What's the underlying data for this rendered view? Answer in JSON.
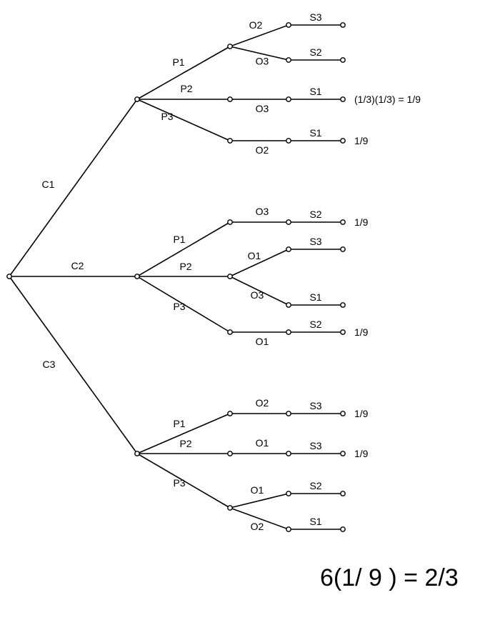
{
  "diagram": {
    "root": {
      "children": [
        {
          "edge": "C1",
          "children": [
            {
              "edge": "P1",
              "children": [
                {
                  "edge": "O2",
                  "children": [
                    {
                      "edge": "S3"
                    }
                  ]
                },
                {
                  "edge": "O3",
                  "children": [
                    {
                      "edge": "S2"
                    }
                  ]
                }
              ]
            },
            {
              "edge": "P2",
              "children": [
                {
                  "edge": "O3",
                  "children": [
                    {
                      "edge": "S1",
                      "result": "(1/3)(1/3) = 1/9"
                    }
                  ]
                }
              ]
            },
            {
              "edge": "P3",
              "children": [
                {
                  "edge": "O2",
                  "children": [
                    {
                      "edge": "S1",
                      "result": "1/9"
                    }
                  ]
                }
              ]
            }
          ]
        },
        {
          "edge": "C2",
          "children": [
            {
              "edge": "P1",
              "children": [
                {
                  "edge": "O3",
                  "children": [
                    {
                      "edge": "S2",
                      "result": "1/9"
                    }
                  ]
                }
              ]
            },
            {
              "edge": "P2",
              "children": [
                {
                  "edge": "O1",
                  "children": [
                    {
                      "edge": "S3"
                    }
                  ]
                },
                {
                  "edge": "O3",
                  "children": [
                    {
                      "edge": "S1"
                    }
                  ]
                }
              ]
            },
            {
              "edge": "P3",
              "children": [
                {
                  "edge": "O1",
                  "children": [
                    {
                      "edge": "S2",
                      "result": "1/9"
                    }
                  ]
                }
              ]
            }
          ]
        },
        {
          "edge": "C3",
          "children": [
            {
              "edge": "P1",
              "children": [
                {
                  "edge": "O2",
                  "children": [
                    {
                      "edge": "S3",
                      "result": "1/9"
                    }
                  ]
                }
              ]
            },
            {
              "edge": "P2",
              "children": [
                {
                  "edge": "O1",
                  "children": [
                    {
                      "edge": "S3",
                      "result": "1/9"
                    }
                  ]
                }
              ]
            },
            {
              "edge": "P3",
              "children": [
                {
                  "edge": "O1",
                  "children": [
                    {
                      "edge": "S2"
                    }
                  ]
                },
                {
                  "edge": "O2",
                  "children": [
                    {
                      "edge": "S1"
                    }
                  ]
                }
              ]
            }
          ]
        }
      ]
    },
    "summary": "6(1/ 9 ) = 2/3"
  }
}
